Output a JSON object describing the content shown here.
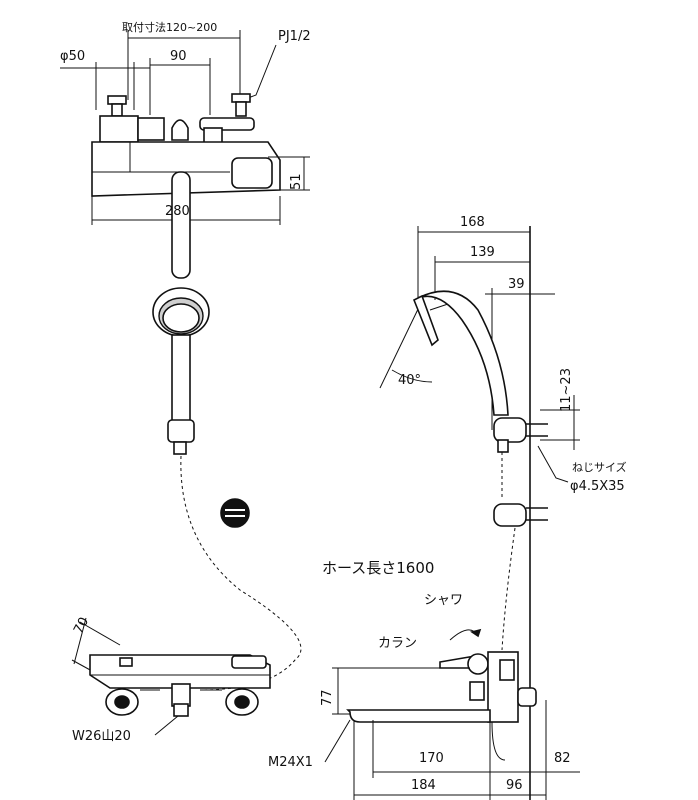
{
  "top_view": {
    "dim_mount_range": "取付寸法120~200",
    "dim_phi50": "φ50",
    "dim_90": "90",
    "dim_pj": "PJ1/2",
    "dim_280": "280",
    "dim_51": "51"
  },
  "shower_view": {
    "dim_168": "168",
    "dim_139": "139",
    "dim_39": "39",
    "dim_11_23": "11~23",
    "angle": "40°",
    "screw_title": "ねじサイズ",
    "screw_size": "φ4.5X35"
  },
  "hose": {
    "length_label": "ホース長さ1600"
  },
  "side_view": {
    "shower_label": "シャワ",
    "spout_label": "カラン",
    "dim_77": "77",
    "dim_m24": "M24X1",
    "dim_170": "170",
    "dim_82": "82",
    "dim_184": "184",
    "dim_96": "96"
  },
  "iso_view": {
    "dim_70": "70",
    "dim_w26": "W26山20"
  }
}
